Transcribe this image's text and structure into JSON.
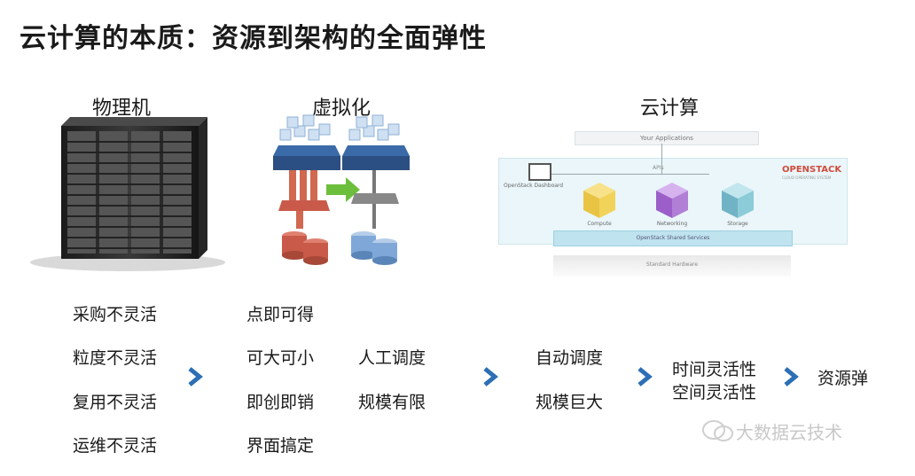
{
  "title": "云计算的本质：资源到架构的全面弹性",
  "columns": {
    "physical": {
      "heading": "物理机",
      "items": [
        "采购不灵活",
        "粒度不灵活",
        "复用不灵活",
        "运维不灵活"
      ]
    },
    "virtual": {
      "heading": "虚拟化",
      "items": [
        "点即可得",
        "可大可小",
        "即创即销",
        "界面搞定"
      ],
      "side": [
        "人工调度",
        "规模有限"
      ]
    },
    "cloud": {
      "heading": "云计算",
      "items": [
        "自动调度",
        "规模巨大"
      ],
      "diagram": {
        "top_bar": "Your Applications",
        "brand": "OPENSTACK",
        "brand_sub": "CLOUD OPERATING SYSTEM",
        "dashboard": "OpenStack Dashboard",
        "apis": "APIs",
        "modules": [
          "Compute",
          "Networking",
          "Storage"
        ],
        "shared": "OpenStack Shared Services",
        "hardware": "Standard Hardware"
      }
    }
  },
  "flexibility": [
    "时间灵活性",
    "空间灵活性"
  ],
  "result": "资源弹",
  "watermark": "大数据云技术",
  "colors": {
    "chevron": "#2c6fb5",
    "arrow_green": "#6cbf3c",
    "rack_dark": "#2a2a2a",
    "storage_red": "#c95a4a",
    "storage_blue": "#7fa8d8",
    "cloud_cyan": "#d8eef5",
    "compute_yellow": "#f2d35a",
    "network_purple": "#b27fd6",
    "storage_teal": "#8ccbd8"
  }
}
